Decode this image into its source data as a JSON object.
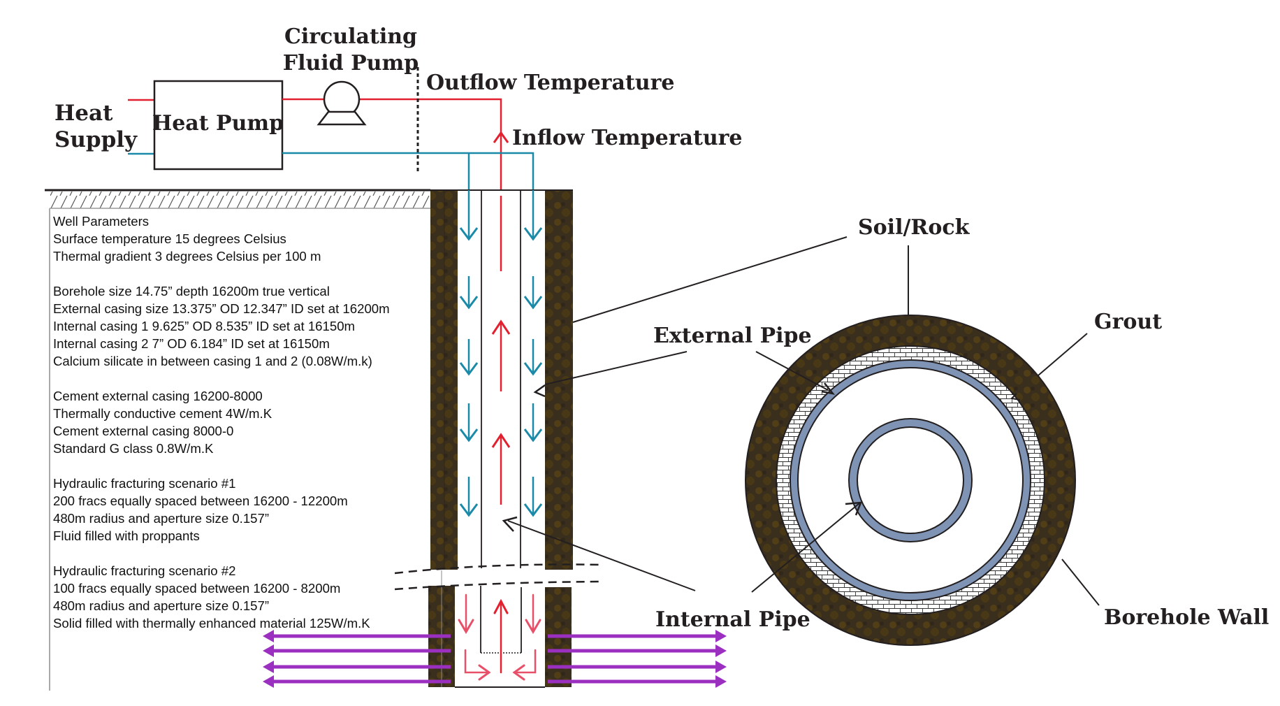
{
  "labels": {
    "heat_supply_line1": "Heat",
    "heat_supply_line2": "Supply",
    "heat_pump": "Heat Pump",
    "circulating_pump_line1": "Circulating",
    "circulating_pump_line2": "Fluid Pump",
    "outflow_temperature": "Outflow  Temperature",
    "inflow_temperature": "Inflow  Temperature",
    "soil_rock": "Soil/Rock",
    "grout": "Grout",
    "external_pipe": "External  Pipe",
    "internal_pipe": "Internal Pipe",
    "borehole_wall": "Borehole  Wall"
  },
  "well_parameters": {
    "title": "Well Parameters",
    "groups": [
      [
        "Surface temperature 15 degrees Celsius",
        "Thermal gradient 3 degrees Celsius per 100 m"
      ],
      [
        "Borehole size 14.75” depth 16200m true vertical",
        "External casing size 13.375” OD 12.347” ID set at 16200m",
        "Internal casing 1 9.625” OD 8.535” ID set at 16150m",
        "Internal casing 2 7” OD 6.184” ID set at 16150m",
        "Calcium silicate in between casing 1 and 2 (0.08W/m.k)"
      ],
      [
        "Cement external casing 16200-8000",
        "Thermally conductive cement 4W/m.K",
        "Cement external casing 8000-0",
        "Standard G class 0.8W/m.K"
      ],
      [
        "Hydraulic fracturing scenario #1",
        "200 fracs equally spaced between 16200 - 12200m",
        "480m radius and aperture size 0.157”",
        "Fluid filled with proppants"
      ],
      [
        "Hydraulic fracturing scenario #2",
        "100 fracs equally spaced between 16200 - 8200m",
        "480m radius and aperture size 0.157”",
        "Solid filled with thermally enhanced material 125W/m.K"
      ]
    ]
  },
  "colors": {
    "hot_flow": "#e2202f",
    "cold_flow": "#1a8aa8",
    "fracture": "#9b30c0",
    "bottom_flow": "#e8506a",
    "rock": "#3a2e1c",
    "pipe_wall": "#7f93b5"
  }
}
